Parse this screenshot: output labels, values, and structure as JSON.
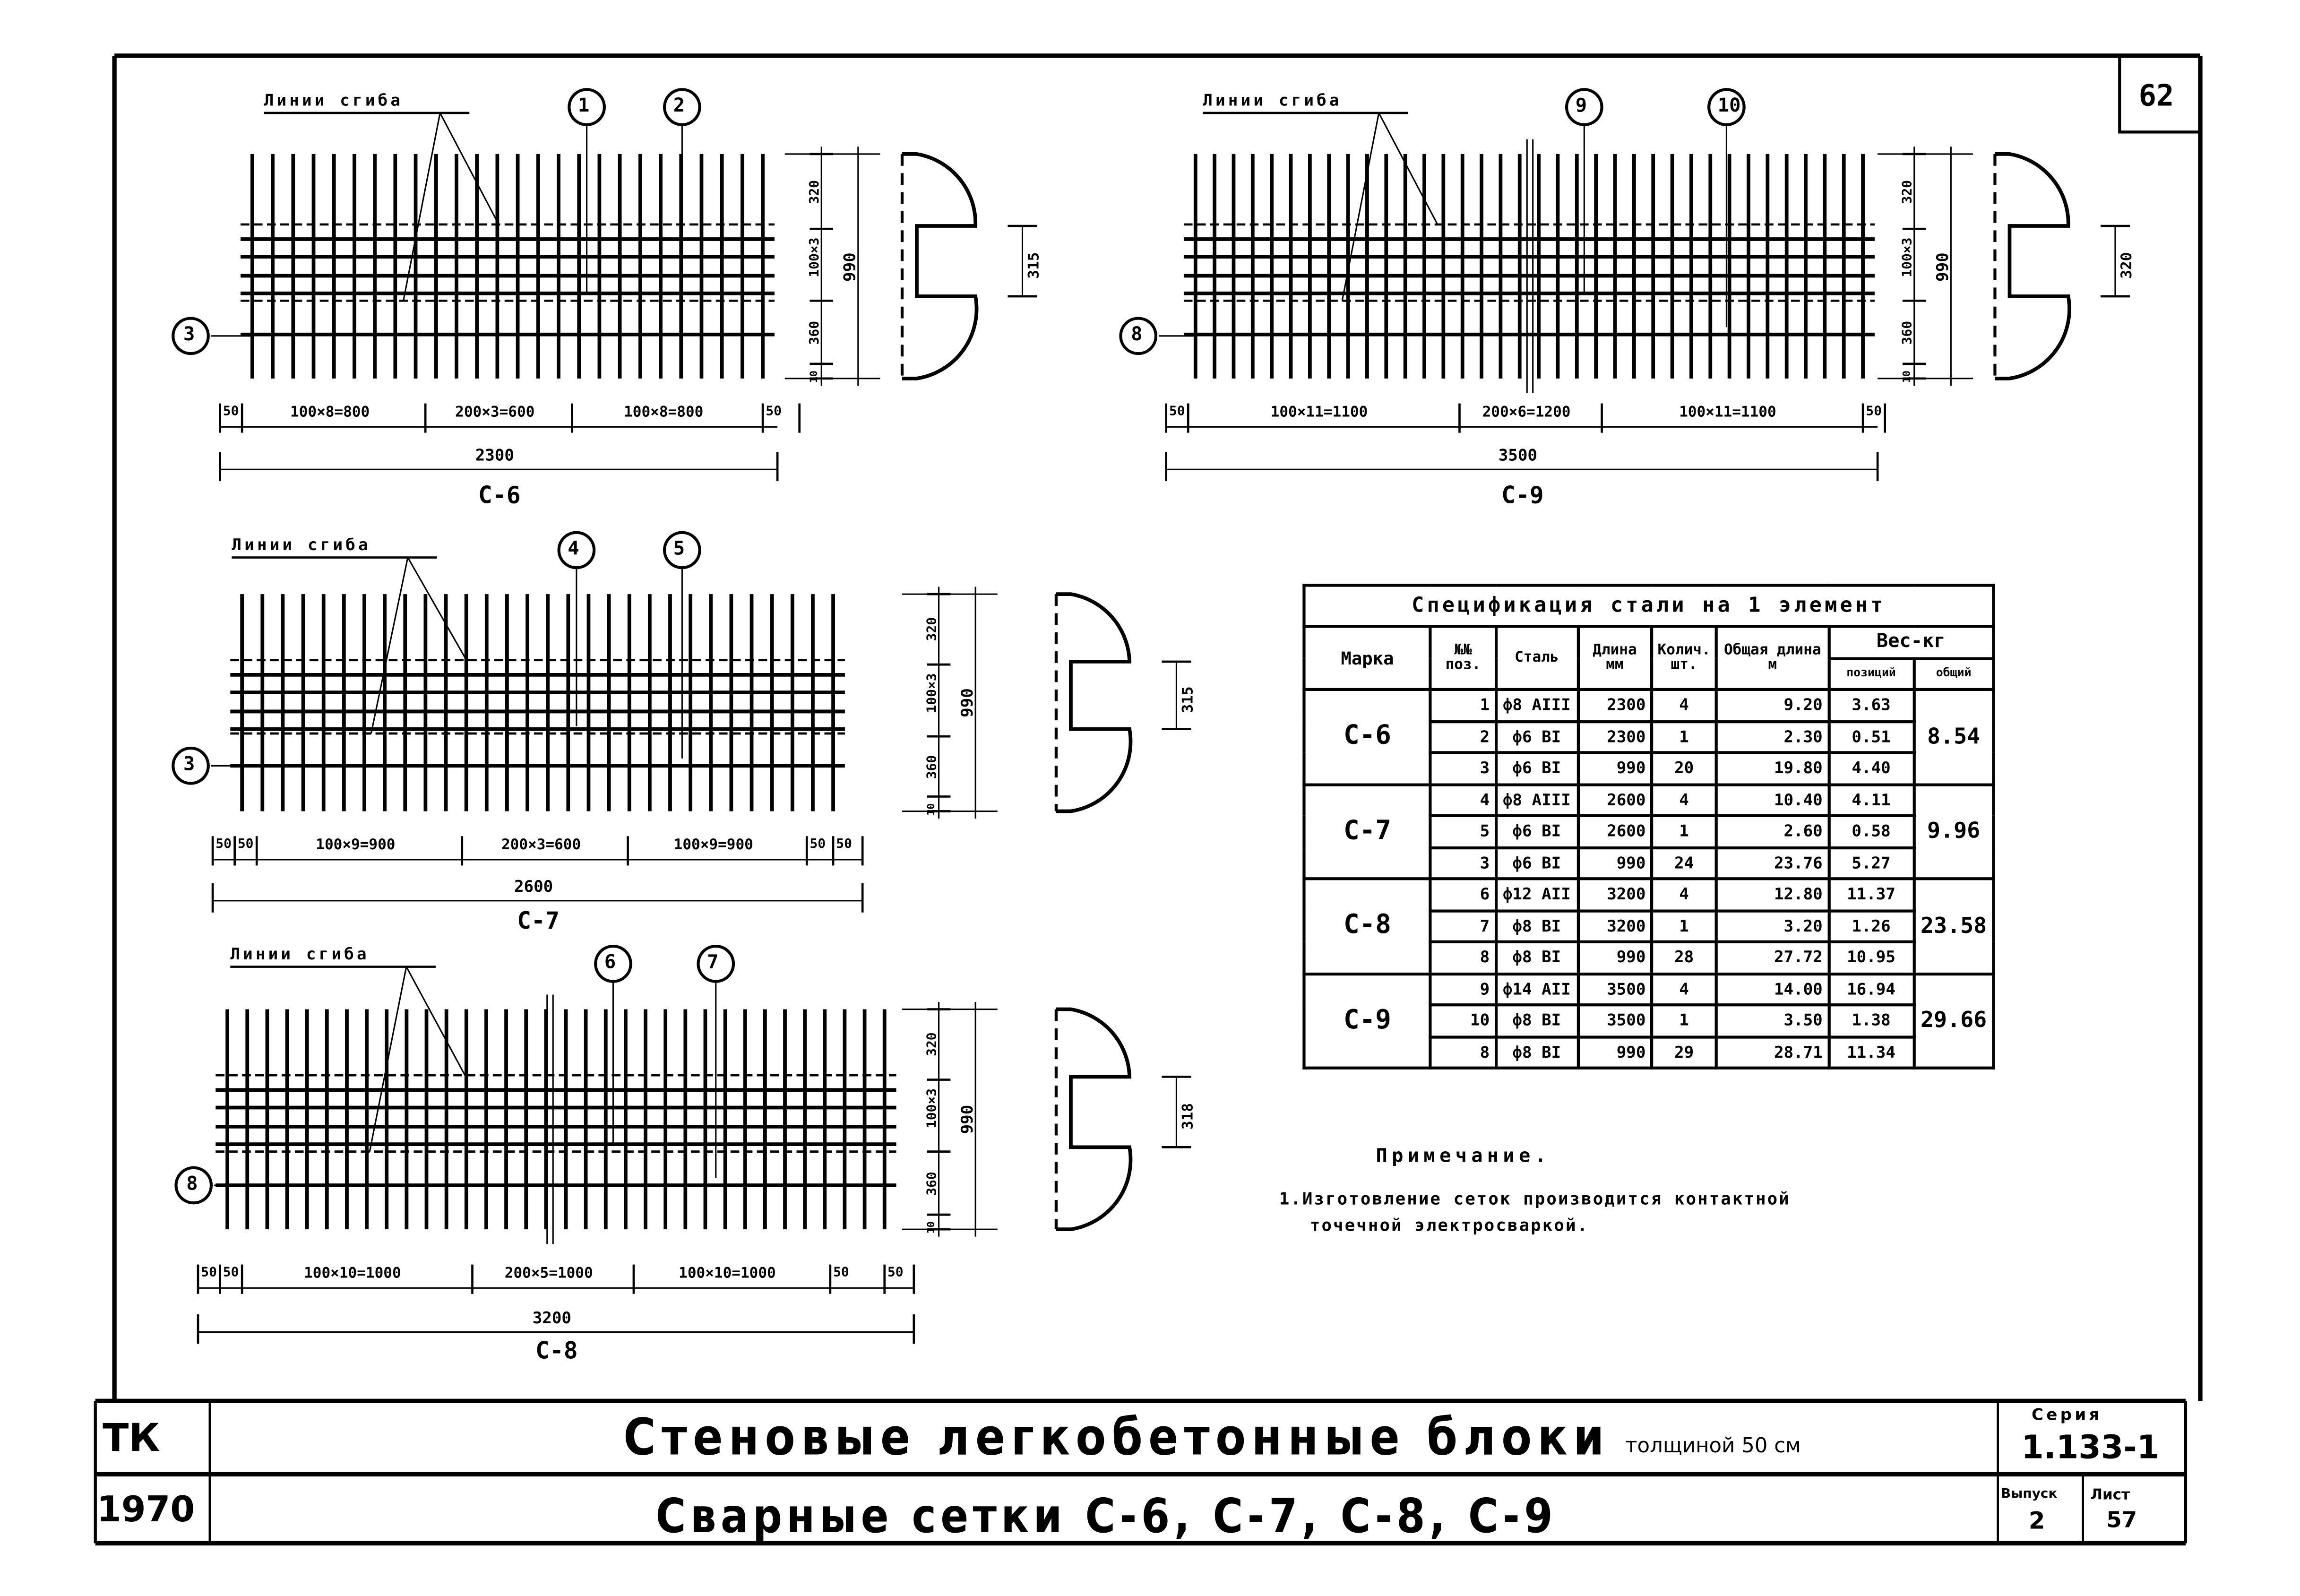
{
  "sheet_number": "62",
  "bend_line_label": "Линии сгиба",
  "meshes": [
    {
      "name": "С-6",
      "positions": [
        "1",
        "2",
        "3"
      ],
      "dims": [
        "50",
        "100×8=800",
        "200×3=600",
        "100×8=800",
        "50"
      ],
      "total": "2300",
      "v_dims": [
        "320",
        "100×3",
        "360",
        "10"
      ],
      "height": "990",
      "section": "315"
    },
    {
      "name": "С-9",
      "positions": [
        "9",
        "10",
        "8"
      ],
      "dims": [
        "50",
        "100×11=1100",
        "200×6=1200",
        "100×11=1100",
        "50"
      ],
      "total": "3500",
      "v_dims": [
        "320",
        "100×3",
        "360",
        "10"
      ],
      "height": "990",
      "section": "320"
    },
    {
      "name": "С-7",
      "positions": [
        "4",
        "5",
        "3"
      ],
      "dims": [
        "50",
        "50",
        "100×9=900",
        "200×3=600",
        "100×9=900",
        "50",
        "50"
      ],
      "total": "2600",
      "v_dims": [
        "320",
        "100×3",
        "360",
        "10"
      ],
      "height": "990",
      "section": "315"
    },
    {
      "name": "С-8",
      "positions": [
        "6",
        "7",
        "8"
      ],
      "dims": [
        "50",
        "50",
        "100×10=1000",
        "200×5=1000",
        "100×10=1000",
        "50",
        "50"
      ],
      "total": "3200",
      "v_dims": [
        "320",
        "100×3",
        "360",
        "10"
      ],
      "height": "990",
      "section": "318"
    }
  ],
  "spec": {
    "title": "Спецификация стали на 1 элемент",
    "headers": {
      "mark": "Марка",
      "pos": "№№ поз.",
      "steel": "Сталь",
      "length": "Длина мм",
      "qty": "Колич. шт.",
      "total_length": "Общая длина м",
      "weight": "Вес-кг",
      "weight_pos": "позиций",
      "weight_total": "общий"
    },
    "groups": [
      {
        "mark": "С-6",
        "total": "8.54",
        "rows": [
          [
            "1",
            "ф8 AIII",
            "2300",
            "4",
            "9.20",
            "3.63"
          ],
          [
            "2",
            "ф6 BI",
            "2300",
            "1",
            "2.30",
            "0.51"
          ],
          [
            "3",
            "ф6 BI",
            "990",
            "20",
            "19.80",
            "4.40"
          ]
        ]
      },
      {
        "mark": "С-7",
        "total": "9.96",
        "rows": [
          [
            "4",
            "ф8 AIII",
            "2600",
            "4",
            "10.40",
            "4.11"
          ],
          [
            "5",
            "ф6 BI",
            "2600",
            "1",
            "2.60",
            "0.58"
          ],
          [
            "3",
            "ф6 BI",
            "990",
            "24",
            "23.76",
            "5.27"
          ]
        ]
      },
      {
        "mark": "С-8",
        "total": "23.58",
        "rows": [
          [
            "6",
            "ф12 AII",
            "3200",
            "4",
            "12.80",
            "11.37"
          ],
          [
            "7",
            "ф8 BI",
            "3200",
            "1",
            "3.20",
            "1.26"
          ],
          [
            "8",
            "ф8 BI",
            "990",
            "28",
            "27.72",
            "10.95"
          ]
        ]
      },
      {
        "mark": "С-9",
        "total": "29.66",
        "rows": [
          [
            "9",
            "ф14 AII",
            "3500",
            "4",
            "14.00",
            "16.94"
          ],
          [
            "10",
            "ф8 BI",
            "3500",
            "1",
            "3.50",
            "1.38"
          ],
          [
            "8",
            "ф8 BI",
            "990",
            "29",
            "28.71",
            "11.34"
          ]
        ]
      }
    ]
  },
  "note": {
    "title": "Примечание.",
    "text1": "1.Изготовление сеток производится контактной",
    "text2": "точечной электросваркой."
  },
  "title_block": {
    "org": "ТК",
    "year": "1970",
    "title": "Стеновые легкобетонные блоки",
    "title_suffix": "толщиной 50 см",
    "subtitle": "Сварные сетки С-6, С-7, С-8, С-9",
    "series_label": "Серия",
    "series": "1.133-1",
    "issue_label": "Выпуск",
    "issue": "2",
    "sheet_label": "Лист",
    "sheet": "57"
  }
}
